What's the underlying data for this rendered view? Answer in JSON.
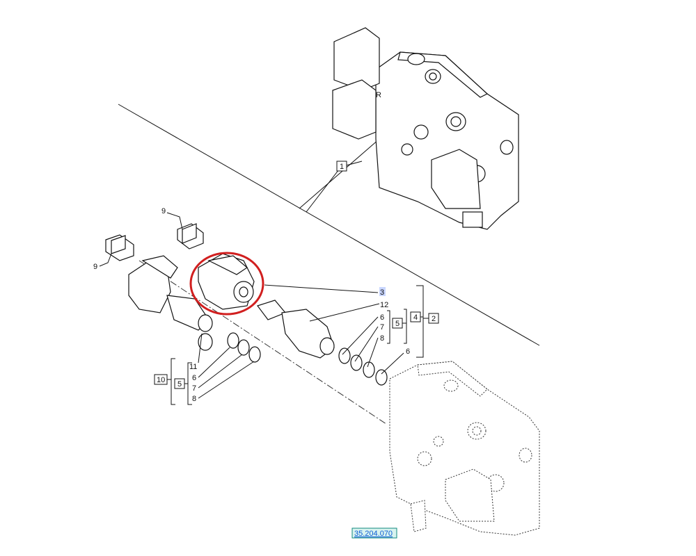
{
  "diagram": {
    "callouts": {
      "c1": "1",
      "c2": "2",
      "c3": "3",
      "c4": "4",
      "c5a": "5",
      "c5b": "5",
      "c6a": "6",
      "c6b": "6",
      "c6c": "6",
      "c7a": "7",
      "c7b": "7",
      "c8a": "8",
      "c8b": "8",
      "c9a": "9",
      "c9b": "9",
      "c10": "10",
      "c11": "11",
      "c12": "12"
    },
    "reference_link": "35.204.070",
    "colors": {
      "highlight": "#d11f1f",
      "reference_bg": "#d8f3ef",
      "reference_text": "#0a5bd6",
      "selected_label_bg": "#c9d6ff"
    }
  }
}
